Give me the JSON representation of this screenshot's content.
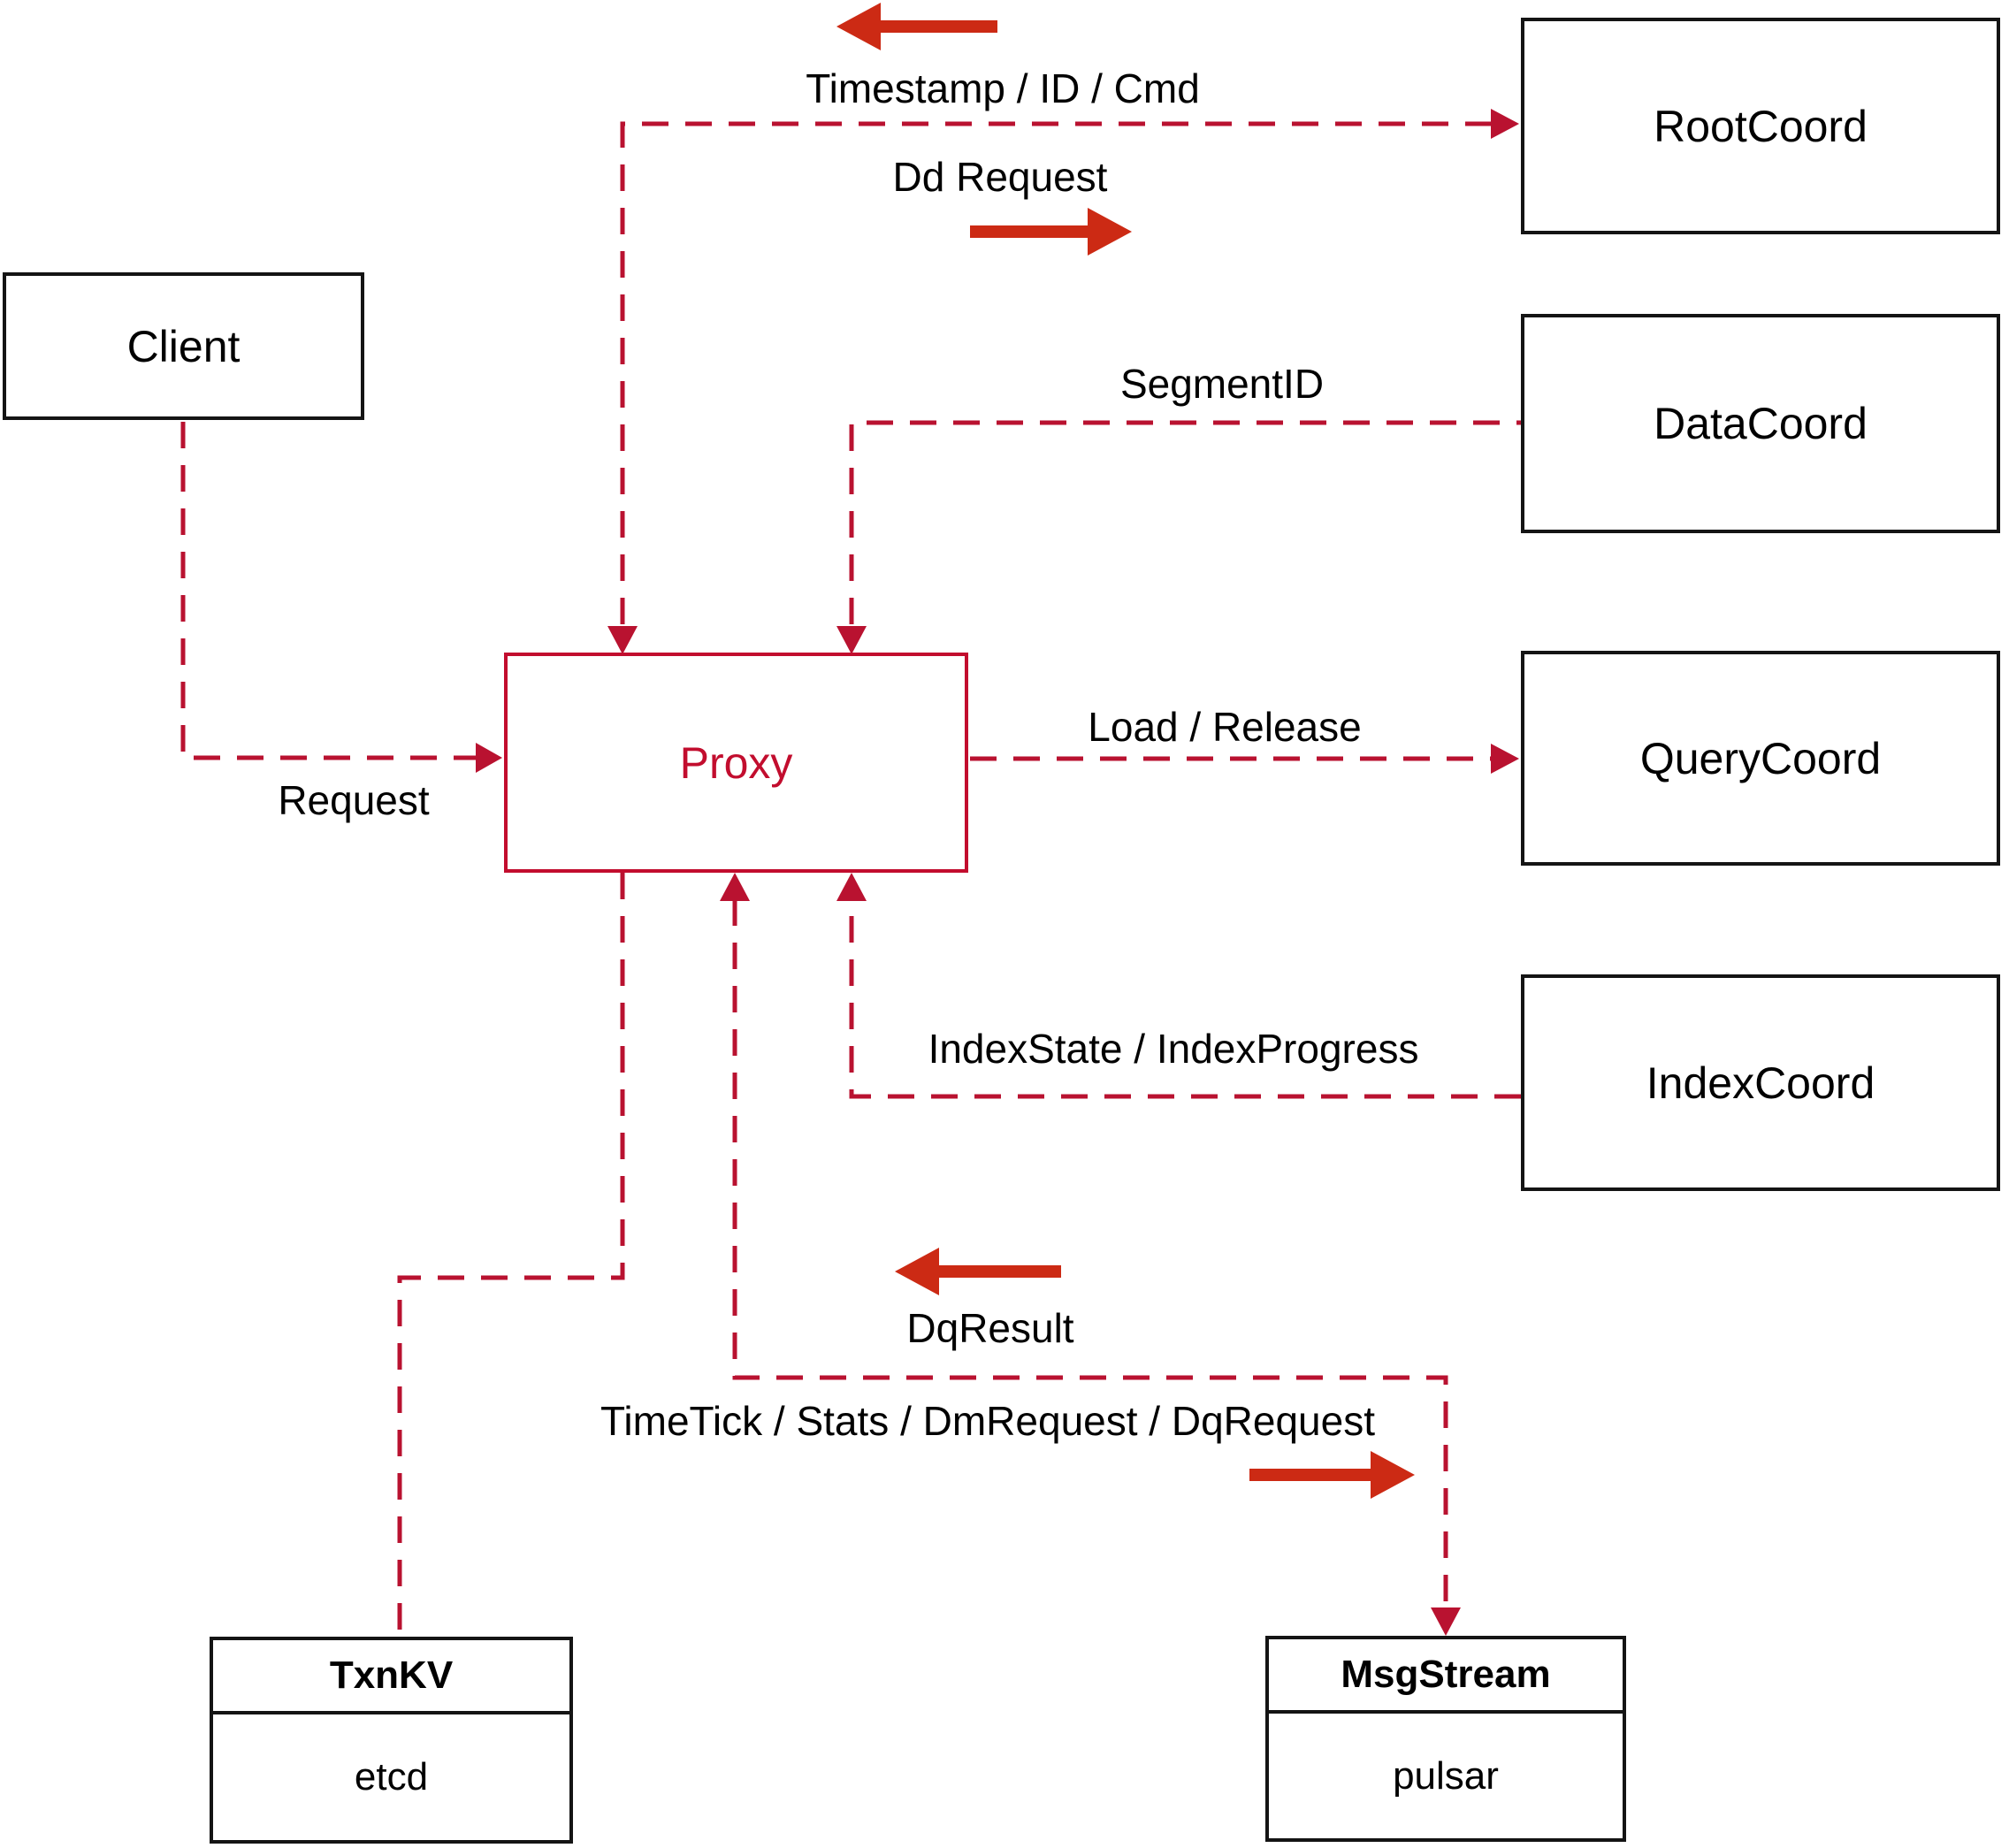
{
  "colors": {
    "edge": "#b91230",
    "arrow": "#cc2a14",
    "proxy": "#c20d2e",
    "box_border": "#141414",
    "text": "#000000",
    "background": "#ffffff"
  },
  "nodes": {
    "client": {
      "label": "Client"
    },
    "proxy": {
      "label": "Proxy"
    },
    "root_coord": {
      "label": "RootCoord"
    },
    "data_coord": {
      "label": "DataCoord"
    },
    "query_coord": {
      "label": "QueryCoord"
    },
    "index_coord": {
      "label": "IndexCoord"
    },
    "txn_kv": {
      "title": "TxnKV",
      "impl": "etcd"
    },
    "msg_stream": {
      "title": "MsgStream",
      "impl": "pulsar"
    }
  },
  "edge_labels": {
    "root": {
      "response": "Timestamp / ID / Cmd",
      "request": "Dd Request"
    },
    "data": {
      "label": "SegmentID"
    },
    "client": {
      "label": "Request"
    },
    "query": {
      "label": "Load / Release"
    },
    "index": {
      "label": "IndexState / IndexProgress"
    },
    "msg": {
      "response": "DqResult",
      "request": "TimeTick / Stats / DmRequest / DqRequest"
    }
  }
}
